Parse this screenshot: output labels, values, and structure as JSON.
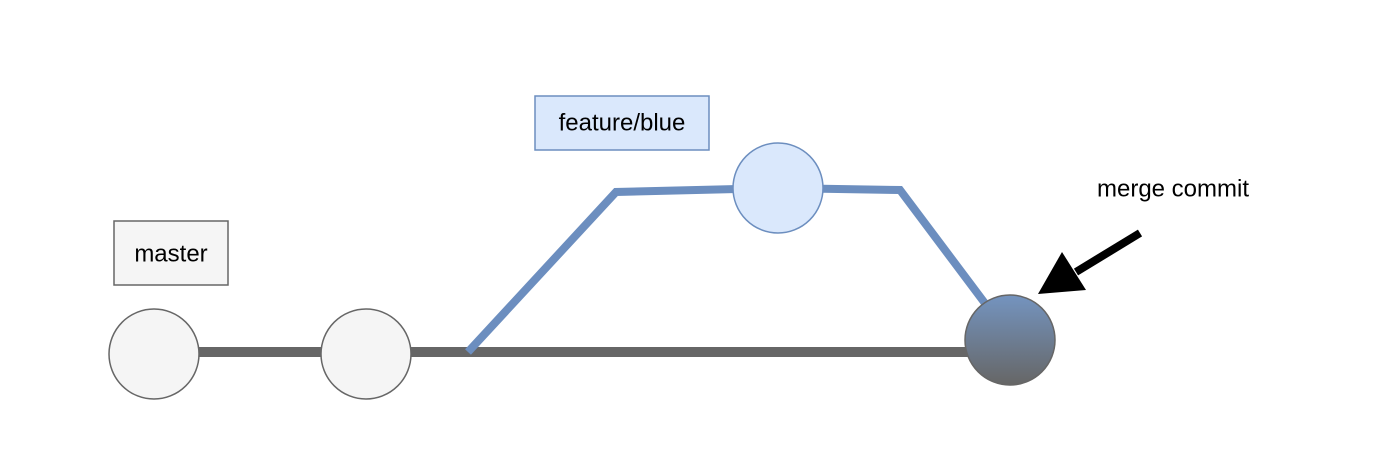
{
  "labels": {
    "master": "master",
    "feature": "feature/blue",
    "merge": "merge commit"
  },
  "colors": {
    "master_line": "#666666",
    "feature_line": "#6c8ebf",
    "master_node_fill": "#f5f5f5",
    "master_node_stroke": "#666666",
    "feature_node_fill": "#dae8fc",
    "feature_node_stroke": "#6c8ebf",
    "merge_gradient_top": "#7494c0",
    "merge_gradient_bottom": "#666666",
    "feature_label_fill": "#dae8fc",
    "master_label_fill": "#f5f5f5",
    "arrow": "#000000",
    "text": "#000000"
  },
  "icons": {
    "pointer": "arrow-icon"
  }
}
